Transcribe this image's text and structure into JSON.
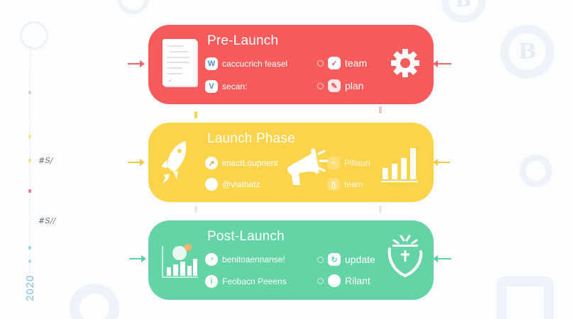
{
  "colors": {
    "pre_launch": "#f75b5c",
    "launch": "#fbd44b",
    "post_launch": "#64d3a6",
    "timeline_year": "#7fbfe0"
  },
  "timeline": {
    "labels": [
      "#S/",
      "#S//"
    ],
    "year": "2020"
  },
  "phases": [
    {
      "title": "Pre-Launch",
      "left_icon": "document-checklist-icon",
      "right_icon": "gear-icon",
      "items_left": [
        {
          "icon": "w-icon",
          "glyph": "W",
          "label": "caccucrich feasel"
        },
        {
          "icon": "v-icon",
          "glyph": "V",
          "label": "secan:"
        }
      ],
      "items_right": [
        {
          "icon": "check-icon",
          "glyph": "✓",
          "label": "team"
        },
        {
          "icon": "pencil-icon",
          "glyph": "✎",
          "label": "plan"
        }
      ]
    },
    {
      "title": "Launch Phase",
      "left_icon": "rocket-icon",
      "middle_icon": "megaphone-icon",
      "right_icon": "bar-chart-icon",
      "items_left": [
        {
          "icon": "arrow-icon",
          "glyph": "↗",
          "label": "imactLoupnent"
        },
        {
          "icon": "circle-icon",
          "glyph": "",
          "label": "@vlathatz"
        }
      ],
      "items_right": [
        {
          "icon": "dash-icon",
          "glyph": "−",
          "label": "Pifiaun"
        },
        {
          "icon": "bracket-icon",
          "glyph": "▯",
          "label": "team"
        }
      ]
    },
    {
      "title": "Post-Launch",
      "left_icon": "analytics-chart-icon",
      "right_icon": "shield-icon",
      "items_left": [
        {
          "icon": "clock-icon",
          "glyph": "◔",
          "label": "benitoaennanse!"
        },
        {
          "icon": "info-icon",
          "glyph": "i",
          "label": "Feobacn Peeens"
        }
      ],
      "items_right": [
        {
          "icon": "refresh-icon",
          "glyph": "↻",
          "label": "update"
        },
        {
          "icon": "dot-icon",
          "glyph": "",
          "label": "Rilant"
        }
      ]
    }
  ]
}
